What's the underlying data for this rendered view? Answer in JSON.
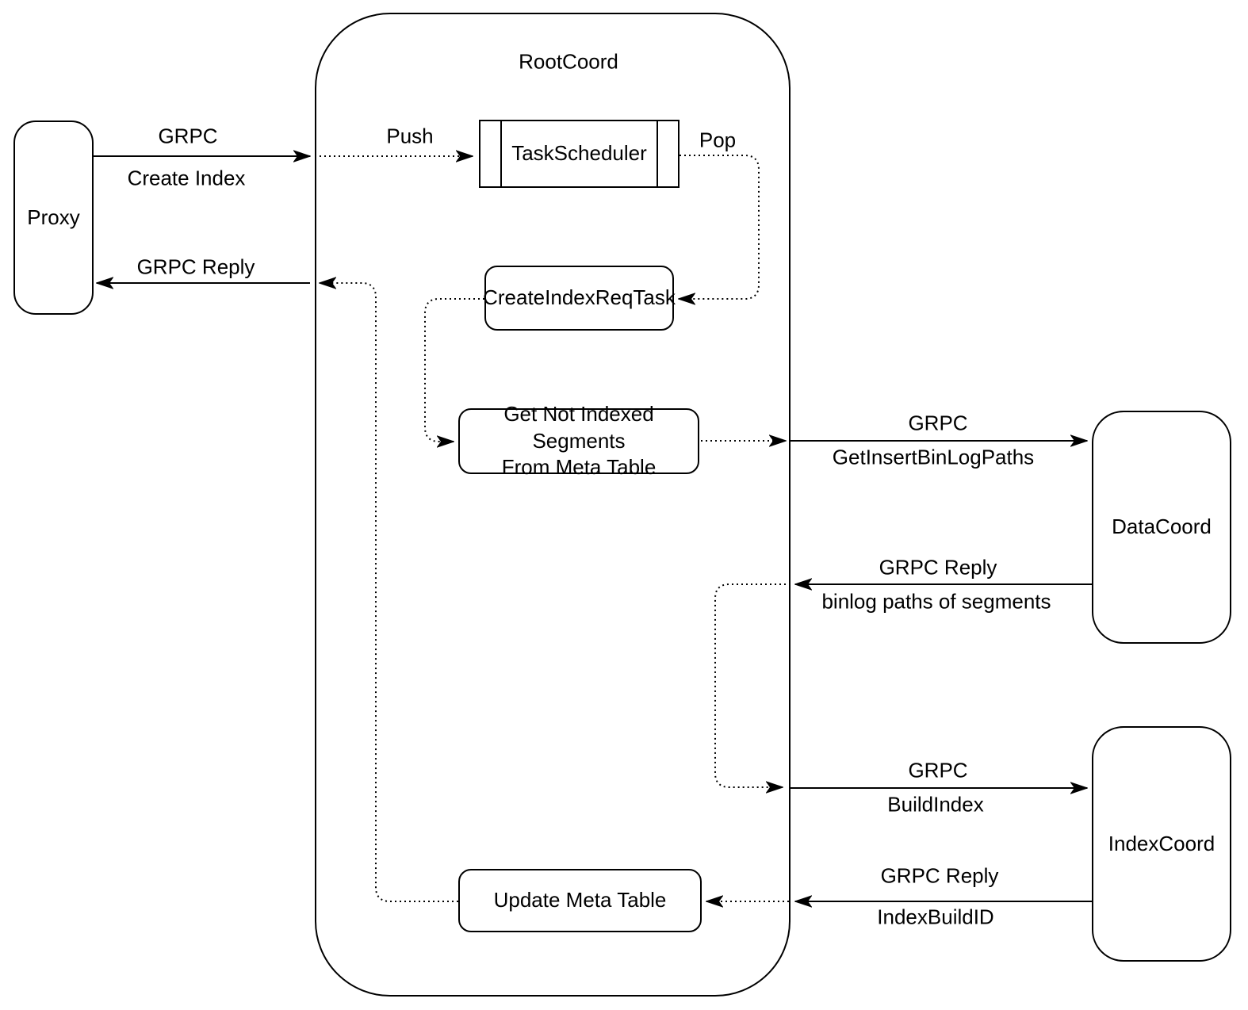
{
  "diagram": {
    "background": "#ffffff",
    "stroke_color": "#000000",
    "container": {
      "title": "RootCoord"
    },
    "nodes": {
      "proxy": {
        "label": "Proxy"
      },
      "task_scheduler": {
        "label": "TaskScheduler"
      },
      "create_index_req_task": {
        "label": "CreateIndexReqTask"
      },
      "get_not_indexed_segments": {
        "label_line1": "Get Not Indexed Segments",
        "label_line2": "From Meta Table"
      },
      "update_meta_table": {
        "label": "Update Meta Table"
      },
      "data_coord": {
        "label": "DataCoord"
      },
      "index_coord": {
        "label": "IndexCoord"
      }
    },
    "edges": {
      "proxy_to_rootcoord": {
        "label1": "GRPC",
        "label2": "Create Index"
      },
      "push": {
        "label": "Push"
      },
      "pop": {
        "label": "Pop"
      },
      "rootcoord_to_proxy": {
        "label": "GRPC Reply"
      },
      "rootcoord_to_datacoord": {
        "label1": "GRPC",
        "label2": "GetInsertBinLogPaths"
      },
      "datacoord_to_rootcoord": {
        "label1": "GRPC Reply",
        "label2": "binlog paths of segments"
      },
      "rootcoord_to_indexcoord": {
        "label1": "GRPC",
        "label2": "BuildIndex"
      },
      "indexcoord_to_rootcoord": {
        "label1": "GRPC Reply",
        "label2": "IndexBuildID"
      }
    }
  }
}
